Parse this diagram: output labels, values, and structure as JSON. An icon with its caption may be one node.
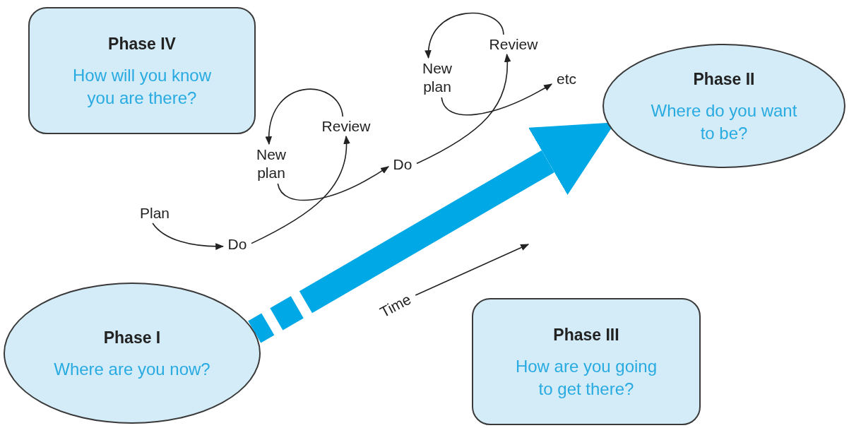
{
  "diagram": {
    "nodes": [
      {
        "text": [
          "Phase IV",
          "How will you know you are there?"
        ]
      },
      {
        "text": [
          "Phase II",
          "Where do you want to be?"
        ]
      },
      {
        "text": [
          "Phase I",
          "Where are you now?"
        ]
      },
      {
        "text": [
          "Phase III",
          "How are you going to get there?"
        ]
      },
      {
        "text": [
          "Plan"
        ]
      },
      {
        "text": [
          "Do"
        ]
      },
      {
        "text": [
          "New plan"
        ]
      },
      {
        "text": [
          "Review"
        ]
      },
      {
        "text": [
          "Do"
        ]
      },
      {
        "text": [
          "New plan"
        ]
      },
      {
        "text": [
          "Review"
        ]
      },
      {
        "text": [
          "etc"
        ]
      },
      {
        "text": [
          "Time"
        ]
      }
    ],
    "edges": [
      {
        "from": 4,
        "to": 5,
        "arrow": "to"
      },
      {
        "from": 5,
        "to": 7,
        "arrow": "to"
      },
      {
        "from": 7,
        "to": 6,
        "arrow": "to"
      },
      {
        "from": 6,
        "to": 8,
        "arrow": "to"
      },
      {
        "from": 8,
        "to": 10,
        "arrow": "to"
      },
      {
        "from": 10,
        "to": 9,
        "arrow": "to"
      },
      {
        "from": 9,
        "to": 11,
        "arrow": "to"
      },
      {
        "from": 12,
        "to": null,
        "arrow": "to"
      },
      {
        "from": 2,
        "to": 1,
        "arrow": "to",
        "style": "thick",
        "color": "#00a8e6"
      }
    ]
  }
}
